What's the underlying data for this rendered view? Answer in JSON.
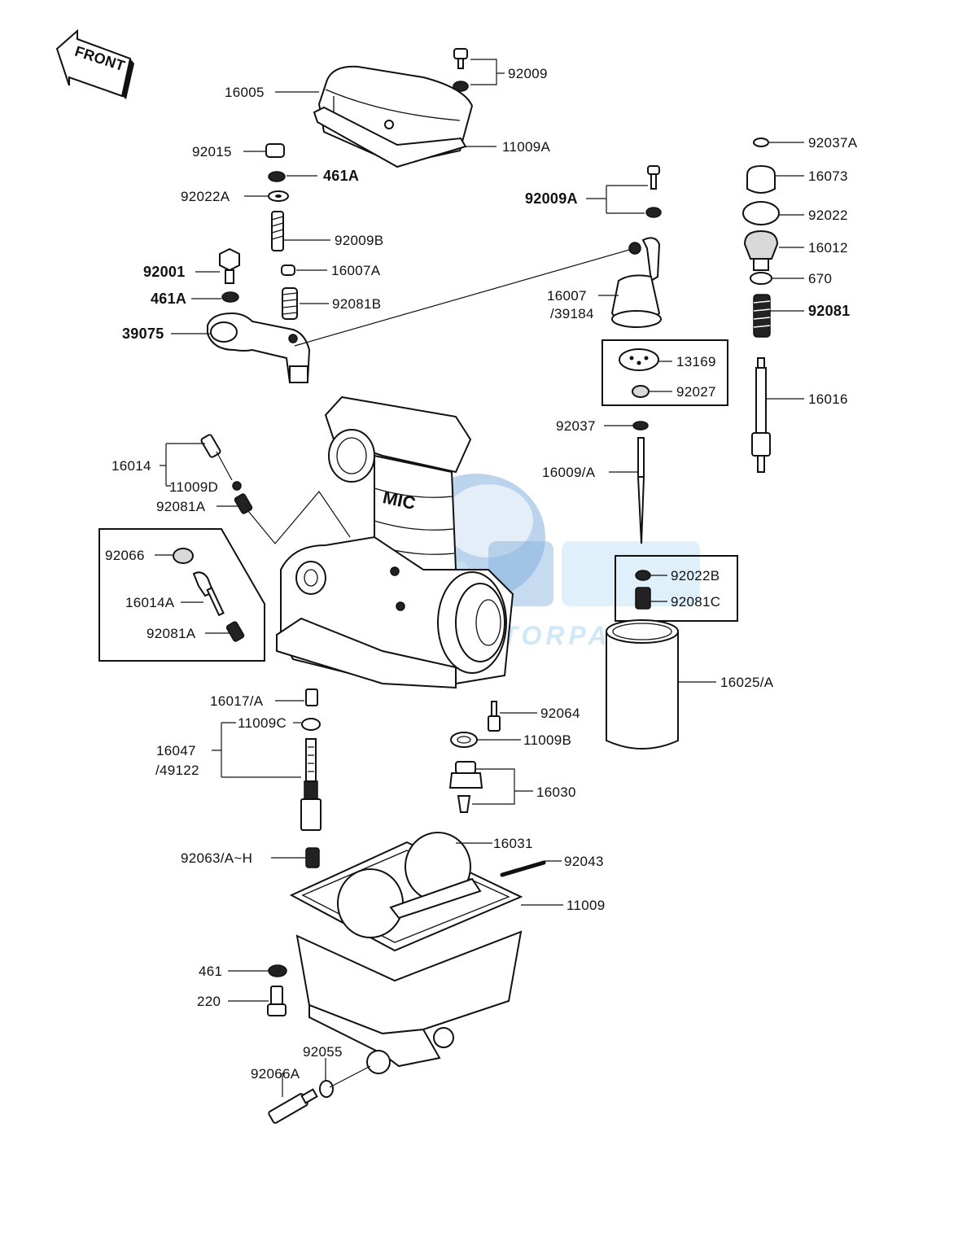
{
  "diagram": {
    "front_arrow_label": "FRONT",
    "watermark": {
      "text": "MOTORPARTS",
      "primary_color": "#1e6fc2",
      "secondary_color": "#9fd0f0"
    },
    "parts": [
      {
        "id": "16005",
        "label": "16005"
      },
      {
        "id": "92009",
        "label": "92009"
      },
      {
        "id": "11009A",
        "label": "11009A"
      },
      {
        "id": "92015",
        "label": "92015"
      },
      {
        "id": "461A_top",
        "label": "461A"
      },
      {
        "id": "92022A",
        "label": "92022A"
      },
      {
        "id": "92009B",
        "label": "92009B"
      },
      {
        "id": "92001",
        "label": "92001"
      },
      {
        "id": "16007A",
        "label": "16007A"
      },
      {
        "id": "461A_left",
        "label": "461A"
      },
      {
        "id": "92081B",
        "label": "92081B"
      },
      {
        "id": "39075",
        "label": "39075"
      },
      {
        "id": "92009A",
        "label": "92009A"
      },
      {
        "id": "16007_39184_a",
        "label": "16007"
      },
      {
        "id": "16007_39184_b",
        "label": "/39184"
      },
      {
        "id": "92037A",
        "label": "92037A"
      },
      {
        "id": "16073",
        "label": "16073"
      },
      {
        "id": "92022",
        "label": "92022"
      },
      {
        "id": "16012",
        "label": "16012"
      },
      {
        "id": "670",
        "label": "670"
      },
      {
        "id": "92081",
        "label": "92081"
      },
      {
        "id": "13169",
        "label": "13169"
      },
      {
        "id": "92027",
        "label": "92027"
      },
      {
        "id": "16016",
        "label": "16016"
      },
      {
        "id": "92037",
        "label": "92037"
      },
      {
        "id": "16009A",
        "label": "16009/A"
      },
      {
        "id": "16014",
        "label": "16014"
      },
      {
        "id": "11009D",
        "label": "11009D"
      },
      {
        "id": "92081A_top",
        "label": "92081A"
      },
      {
        "id": "92066",
        "label": "92066"
      },
      {
        "id": "16014A",
        "label": "16014A"
      },
      {
        "id": "92081A_box",
        "label": "92081A"
      },
      {
        "id": "92022B",
        "label": "92022B"
      },
      {
        "id": "92081C",
        "label": "92081C"
      },
      {
        "id": "16025A",
        "label": "16025/A"
      },
      {
        "id": "16017A",
        "label": "16017/A"
      },
      {
        "id": "11009C",
        "label": "11009C"
      },
      {
        "id": "16047_a",
        "label": "16047"
      },
      {
        "id": "16047_b",
        "label": "/49122"
      },
      {
        "id": "92064",
        "label": "92064"
      },
      {
        "id": "11009B",
        "label": "11009B"
      },
      {
        "id": "16030",
        "label": "16030"
      },
      {
        "id": "16031",
        "label": "16031"
      },
      {
        "id": "92063",
        "label": "92063/A~H"
      },
      {
        "id": "92043",
        "label": "92043"
      },
      {
        "id": "11009",
        "label": "11009"
      },
      {
        "id": "461",
        "label": "461"
      },
      {
        "id": "220",
        "label": "220"
      },
      {
        "id": "92055",
        "label": "92055"
      },
      {
        "id": "92066A",
        "label": "92066A"
      }
    ]
  }
}
